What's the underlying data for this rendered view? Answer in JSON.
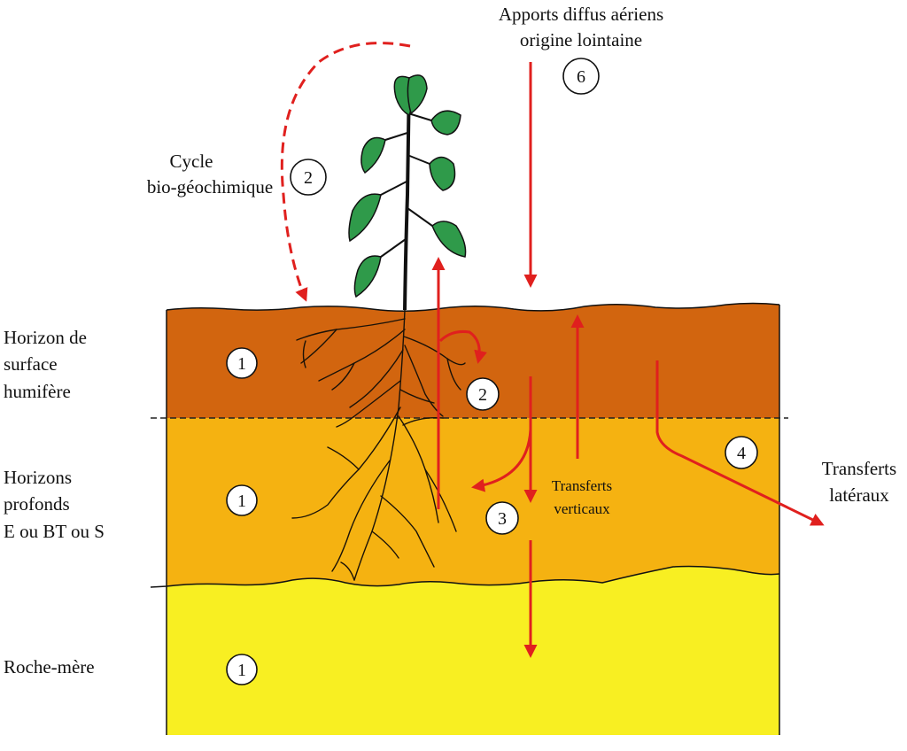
{
  "colors": {
    "surface_horizon": "#d2650f",
    "deep_horizon": "#f5b211",
    "bedrock": "#f8ef22",
    "arrow": "#e0201e",
    "leaf": "#2f9a4a"
  },
  "labels": {
    "aerial_inputs_line1": "Apports diffus aériens",
    "aerial_inputs_line2": "origine lointaine",
    "cycle_line1": "Cycle",
    "cycle_line2": "bio-géochimique",
    "surface_line1": "Horizon de",
    "surface_line2": "surface",
    "surface_line3": "humifère",
    "deep_line1": "Horizons",
    "deep_line2": "profonds",
    "deep_line3": "E ou BT ou S",
    "bedrock": "Roche-mère",
    "vertical_line1": "Transferts",
    "vertical_line2": "verticaux",
    "lateral_line1": "Transferts",
    "lateral_line2": "latéraux"
  },
  "markers": {
    "surface": "1",
    "deep": "1",
    "bedrock": "1",
    "cycle": "2",
    "cycle_soil": "2",
    "vertical": "3",
    "lateral": "4",
    "aerial": "6"
  }
}
